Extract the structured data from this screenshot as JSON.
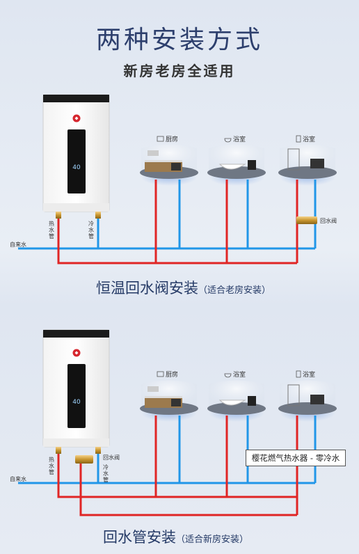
{
  "title": "两种安装方式",
  "subtitle": "新房老房全适用",
  "labels": {
    "hot_pipe": [
      "热",
      "水",
      "管"
    ],
    "cold_pipe": [
      "冷",
      "水",
      "管"
    ],
    "tap_water": "自来水",
    "return_valve": "回水阀",
    "kitchen": "厨房",
    "bathroom": "浴室"
  },
  "heater_display": "40",
  "section1": {
    "title": "恒温回水阀安装",
    "subtitle": "（适合老房安装）"
  },
  "section2": {
    "title": "回水管安装",
    "subtitle": "（适合新房安装）"
  },
  "note_box": "樱花燃气热水器 - 零冷水",
  "colors": {
    "hot": "#e02525",
    "cold": "#2196e8",
    "title": "#2d3f6d",
    "brand": "#d6262e"
  }
}
